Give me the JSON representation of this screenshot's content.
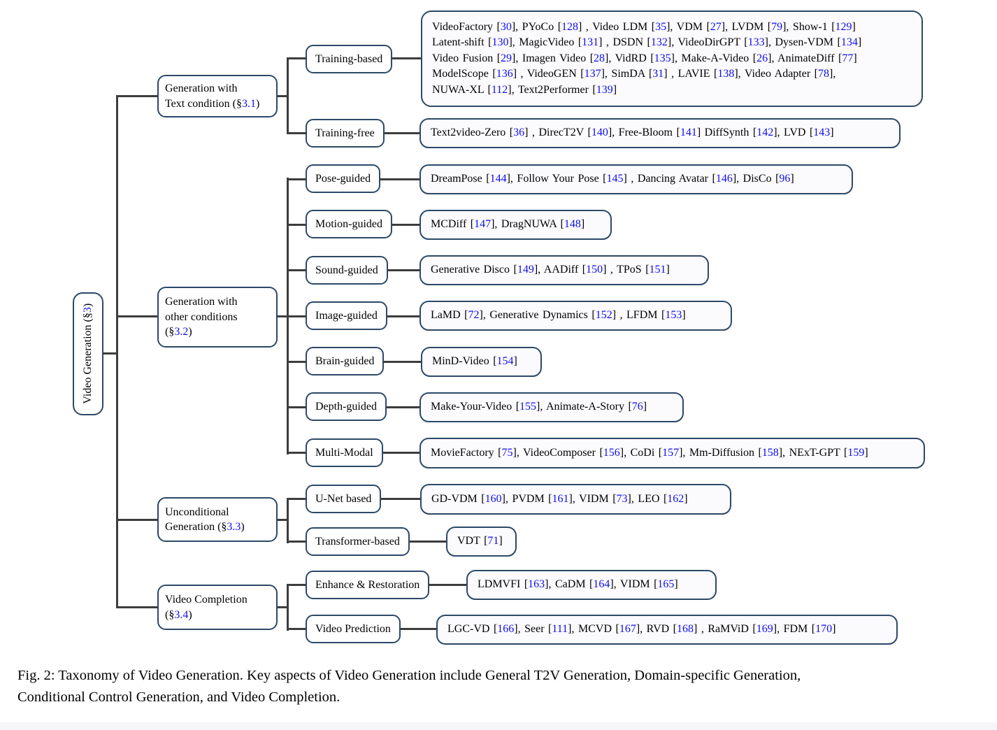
{
  "colors": {
    "accent_border": "#2c4968",
    "connector_line": "#3d3d3d",
    "citation_blue": "#0f0fe8",
    "leaf_fill": "#fbfafd",
    "background": "#ffffff"
  },
  "figure": {
    "caption_lines": [
      "Fig. 2: Taxonomy of Video Generation. Key aspects of Video Generation include General T2V Generation, Domain-specific Generation,",
      "Conditional Control Generation, and Video Completion."
    ]
  },
  "tree": {
    "root_label": "Video Generation (§3)",
    "branches": [
      {
        "label_lines": [
          "Generation with",
          "Text condition (§3.1)"
        ],
        "children": [
          {
            "label": "Training-based",
            "papers_lines": [
              "VideoFactory [30], PYoCo [128] , Video LDM [35], VDM [27], LVDM [79], Show-1 [129]",
              "Latent-shift [130], MagicVideo [131] , DSDN [132], VideoDirGPT [133], Dysen-VDM [134]",
              "Video Fusion [29], Imagen Video [28], VidRD [135], Make-A-Video [26], AnimateDiff [77]",
              "ModelScope [136] , VideoGEN [137], SimDA [31] , LAVIE [138], Video Adapter [78],",
              "NUWA-XL [112], Text2Performer [139]"
            ]
          },
          {
            "label": "Training-free",
            "papers_lines": [
              "Text2video-Zero [36] , DirecT2V [140], Free-Bloom [141] DiffSynth [142], LVD  [143]"
            ]
          }
        ]
      },
      {
        "label_lines": [
          "Generation with",
          "other conditions",
          "(§3.2)"
        ],
        "children": [
          {
            "label": "Pose-guided",
            "papers_lines": [
              "DreamPose [144], Follow Your Pose [145] , Dancing Avatar [146], DisCo [96]"
            ]
          },
          {
            "label": "Motion-guided",
            "papers_lines": [
              "MCDiff [147], DragNUWA [148]"
            ]
          },
          {
            "label": "Sound-guided",
            "papers_lines": [
              "Generative Disco [149], AADiff [150] , TPoS [151]"
            ]
          },
          {
            "label": "Image-guided",
            "papers_lines": [
              "LaMD [72], Generative Dynamics [152] , LFDM [153]"
            ]
          },
          {
            "label": "Brain-guided",
            "papers_lines": [
              "MinD-Video [154]"
            ]
          },
          {
            "label": "Depth-guided",
            "papers_lines": [
              "Make-Your-Video [155], Animate-A-Story [76]"
            ]
          },
          {
            "label": "Multi-Modal",
            "papers_lines": [
              "MovieFactory [75], VideoComposer [156], CoDi [157], Mm-Diffusion [158], NExT-GPT [159]"
            ]
          }
        ]
      },
      {
        "label_lines": [
          "Unconditional",
          "Generation (§3.3)"
        ],
        "children": [
          {
            "label": "U-Net based",
            "papers_lines": [
              "GD-VDM [160], PVDM [161], VIDM [73], LEO [162]"
            ]
          },
          {
            "label": "Transformer-based",
            "papers_lines": [
              "VDT [71]"
            ]
          }
        ]
      },
      {
        "label_lines": [
          "Video Completion",
          "(§3.4)"
        ],
        "children": [
          {
            "label": "Enhance & Restoration",
            "papers_lines": [
              "LDMVFI [163], CaDM [164], VIDM [165]"
            ]
          },
          {
            "label": "Video Prediction",
            "papers_lines": [
              "LGC-VD [166], Seer [111], MCVD [167], RVD [168] , RaMViD [169], FDM [170]"
            ]
          }
        ]
      }
    ]
  }
}
